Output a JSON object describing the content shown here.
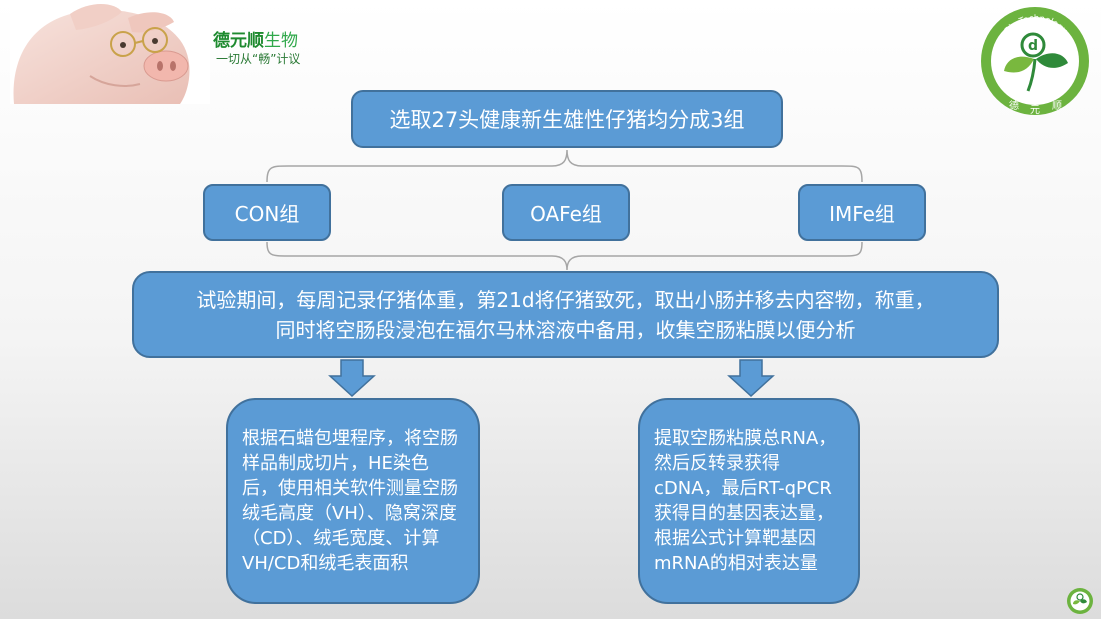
{
  "header": {
    "brand_name": "德元顺",
    "brand_suffix": "生物",
    "slogan": "一切从“畅”计议"
  },
  "logo": {
    "arc_text": "Bio-Technology",
    "chars": [
      "德",
      "元",
      "顺"
    ]
  },
  "flow": {
    "top": "选取27头健康新生雄性仔猪均分成3组",
    "groups": [
      "CON组",
      "OAFe组",
      "IMFe组"
    ],
    "procedure_lines": [
      "试验期间，每周记录仔猪体重，第21d将仔猪致死，取出小肠并移去内容物，称重，",
      "同时将空肠段浸泡在福尔马林溶液中备用，收集空肠粘膜以便分析"
    ],
    "left_detail": "根据石蜡包埋程序，将空肠样品制成切片，HE染色后，使用相关软件测量空肠绒毛高度（VH）、隐窝深度（CD）、绒毛宽度、计算VH/CD和绒毛表面积",
    "right_detail": "提取空肠粘膜总RNA，然后反转录获得cDNA，最后RT-qPCR获得目的基因表达量，根据公式计算靶基因mRNA的相对表达量"
  },
  "colors": {
    "box_fill": "#5b9bd5",
    "box_border": "#41719c",
    "brand_green": "#1e8a2f"
  }
}
